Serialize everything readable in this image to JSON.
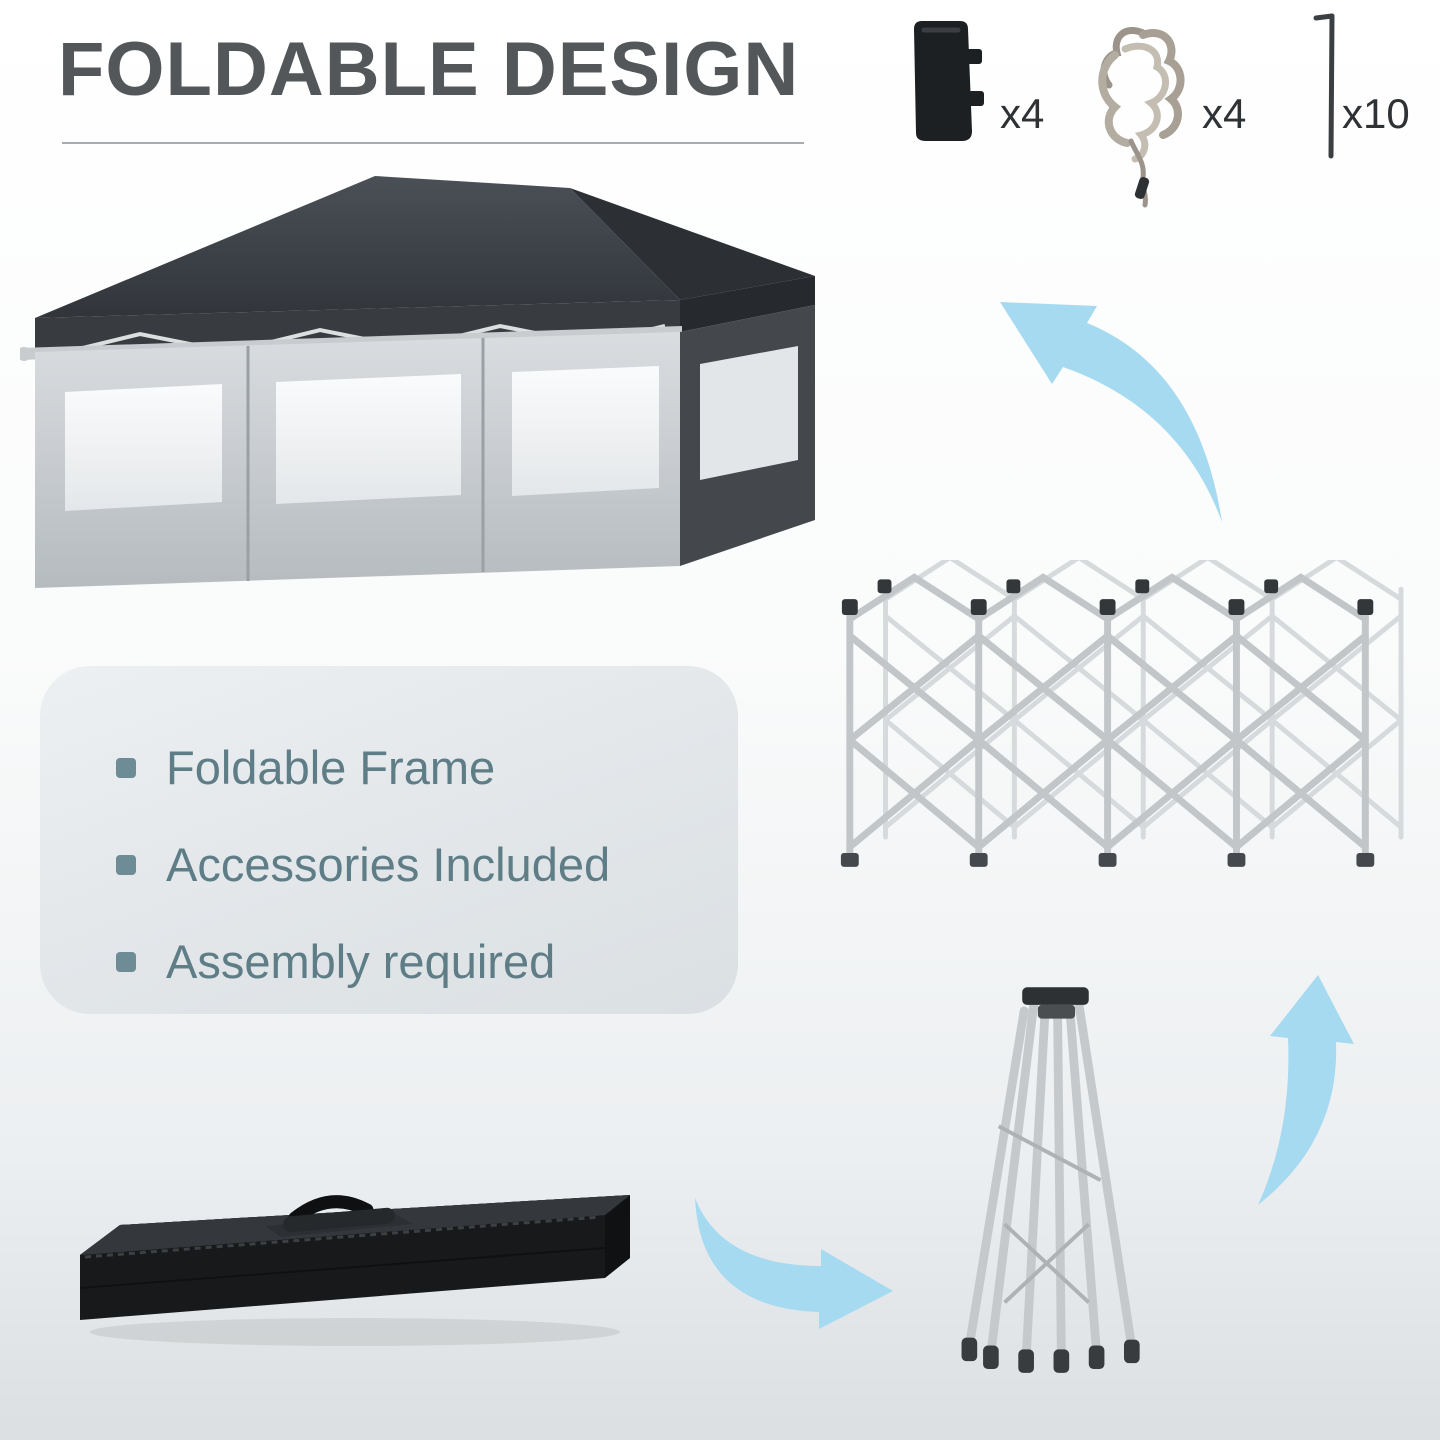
{
  "page": {
    "title": "FOLDABLE DESIGN"
  },
  "accessories": [
    {
      "icon": "sandbag-weight-icon",
      "qty": "x4"
    },
    {
      "icon": "rope-icon",
      "qty": "x4"
    },
    {
      "icon": "ground-stake-icon",
      "qty": "x10"
    }
  ],
  "features": {
    "items": [
      "Foldable Frame",
      "Accessories Included",
      "Assembly required"
    ]
  },
  "illustrations": {
    "tent": "pop-up-canopy-tent-with-sidewalls-and-windows",
    "folded_frame": "accordion-folded-steel-scissor-frame",
    "collapsed_frame": "collapsed-vertical-frame-bundle",
    "carry_bag": "black-carry-storage-bag"
  },
  "colors": {
    "title_text": "#53575a",
    "underline": "#a8acaf",
    "qty_text": "#2f3235",
    "feature_text": "#5e7d86",
    "bullet": "#6d8c95",
    "panel_background": "#e4e8eb",
    "arrow": "#a5daf1",
    "tent_canopy": "#3a3e43",
    "tent_wall": "#cfd3d6",
    "frame_metal": "#c6c9cc",
    "bag_black": "#17191b"
  }
}
